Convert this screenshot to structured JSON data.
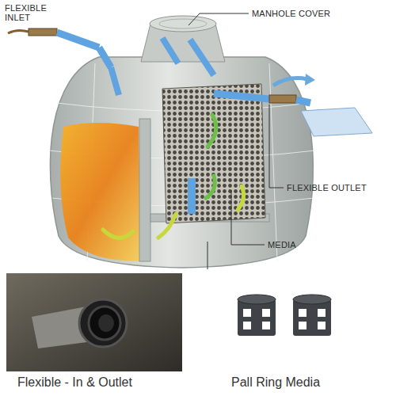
{
  "diagram": {
    "labels": [
      "FLEXIBLE INLET",
      "MANHOLE COVER",
      "FLEXIBLE OUTLET",
      "MEDIA",
      "Flexible - In & Outlet",
      "Pall Ring Media"
    ]
  }
}
